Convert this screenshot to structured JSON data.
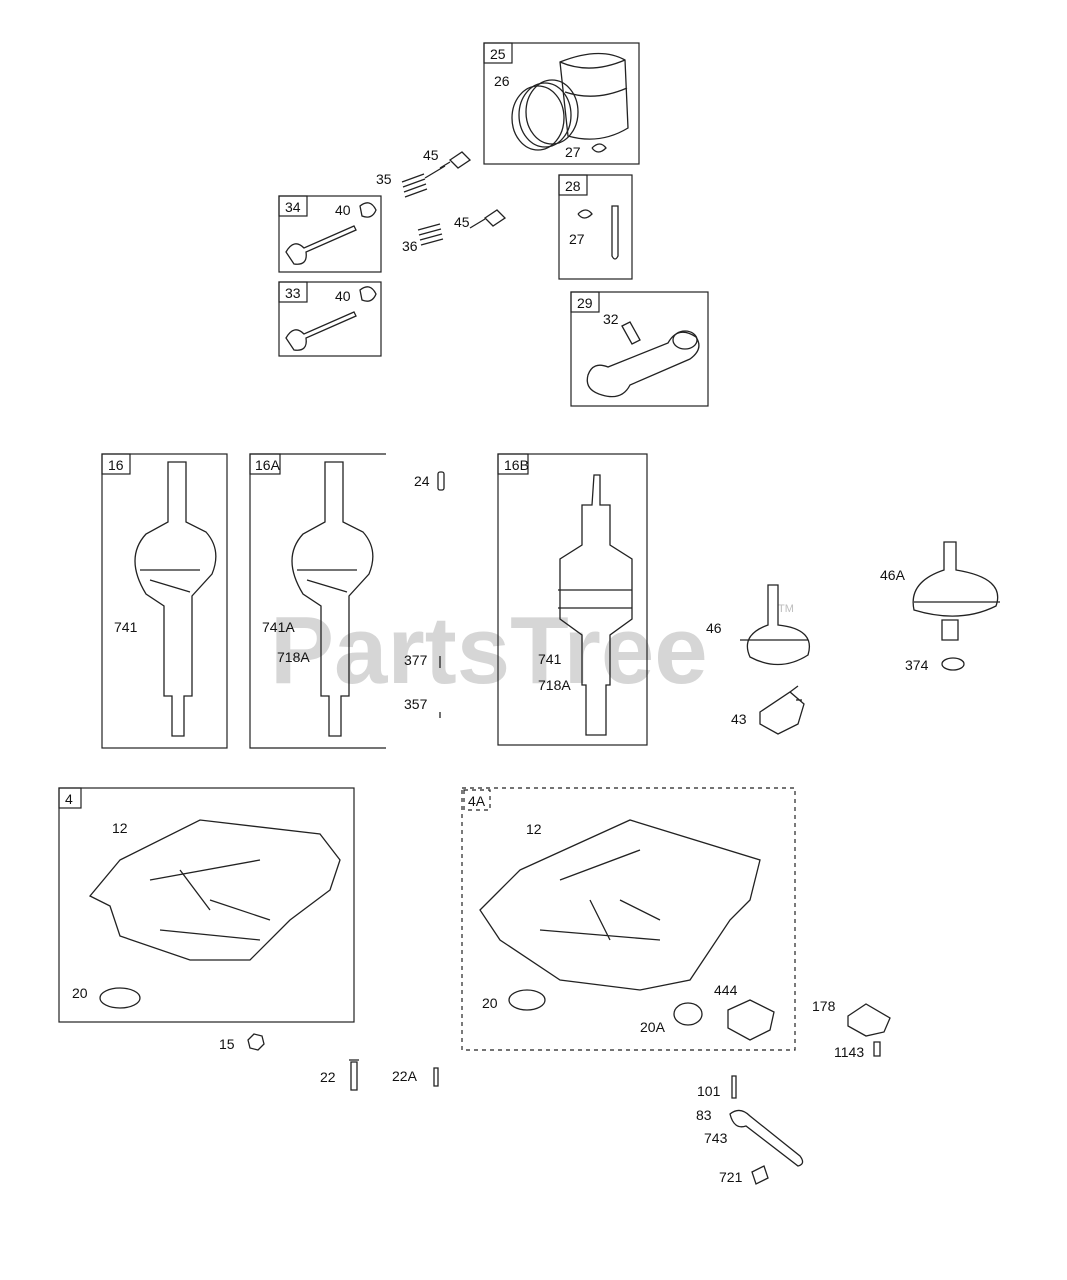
{
  "watermark": {
    "text": "PartsTree",
    "tm": "TM"
  },
  "boxes": {
    "b25": "25",
    "b28": "28",
    "b34": "34",
    "b33": "33",
    "b29": "29",
    "b16": "16",
    "b16a": "16A",
    "b16b": "16B",
    "b4": "4",
    "b4a": "4A"
  },
  "labels": {
    "l26": "26",
    "l27a": "27",
    "l45a": "45",
    "l35": "35",
    "l40a": "40",
    "l36": "36",
    "l45b": "45",
    "l27b": "27",
    "l40b": "40",
    "l32": "32",
    "l24": "24",
    "l741a": "741",
    "l741b": "741A",
    "l718a": "718A",
    "l377": "377",
    "l357": "357",
    "l741c": "741",
    "l718b": "718A",
    "l46": "46",
    "l46a": "46A",
    "l374": "374",
    "l43": "43",
    "l12a": "12",
    "l20a": "20",
    "l15": "15",
    "l22": "22",
    "l22a": "22A",
    "l12b": "12",
    "l20b": "20",
    "l444": "444",
    "l20c": "20A",
    "l178": "178",
    "l1143": "1143",
    "l101": "101",
    "l83": "83",
    "l743": "743",
    "l721": "721"
  }
}
